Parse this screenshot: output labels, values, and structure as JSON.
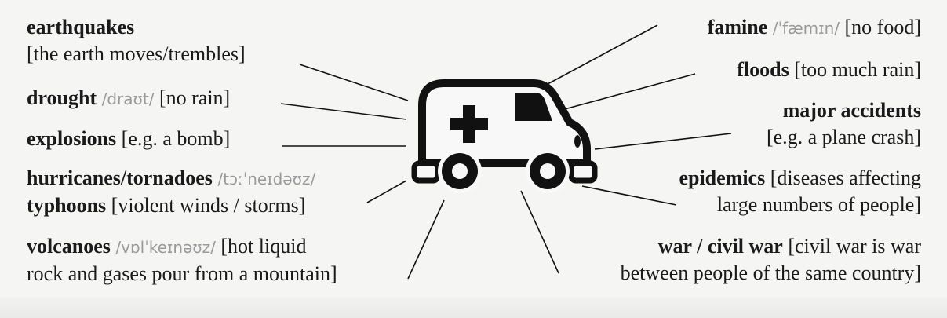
{
  "left_entries": [
    {
      "lines": [
        {
          "term": "earthquakes",
          "pron": "",
          "gloss": ""
        },
        {
          "term": "",
          "pron": "",
          "gloss": "[the earth moves/trembles]"
        }
      ]
    },
    {
      "lines": [
        {
          "term": "drought",
          "pron": "/draʊt/",
          "gloss": "[no rain]"
        }
      ]
    },
    {
      "lines": [
        {
          "term": "explosions",
          "pron": "",
          "gloss": "[e.g. a bomb]"
        }
      ]
    },
    {
      "lines": [
        {
          "term": "hurricanes/tornadoes",
          "pron": "/tɔːˈneɪdəʊz/",
          "gloss": ""
        },
        {
          "term": "typhoons",
          "pron": "",
          "gloss": "[violent winds / storms]"
        }
      ]
    },
    {
      "lines": [
        {
          "term": "volcanoes",
          "pron": "/vɒlˈkeɪnəʊz/",
          "gloss": "[hot liquid"
        },
        {
          "term": "",
          "pron": "",
          "gloss": "rock and gases pour from a mountain]"
        }
      ]
    }
  ],
  "right_entries": [
    {
      "lines": [
        {
          "term": "famine",
          "pron": "/ˈfæmɪn/",
          "gloss": "[no food]"
        }
      ]
    },
    {
      "lines": [
        {
          "term": "floods",
          "pron": "",
          "gloss": "[too much rain]"
        }
      ]
    },
    {
      "lines": [
        {
          "term": "major accidents",
          "pron": "",
          "gloss": ""
        },
        {
          "term": "",
          "pron": "",
          "gloss": "[e.g. a plane crash]"
        }
      ]
    },
    {
      "lines": [
        {
          "term": "epidemics",
          "pron": "",
          "gloss": "[diseases affecting"
        },
        {
          "term": "",
          "pron": "",
          "gloss": "large numbers of people]"
        }
      ]
    },
    {
      "lines": [
        {
          "term": "war / civil war",
          "pron": "",
          "gloss": "[civil war is war"
        },
        {
          "term": "",
          "pron": "",
          "gloss": "between people of the same country]"
        }
      ]
    }
  ],
  "center_icon": "ambulance-icon"
}
